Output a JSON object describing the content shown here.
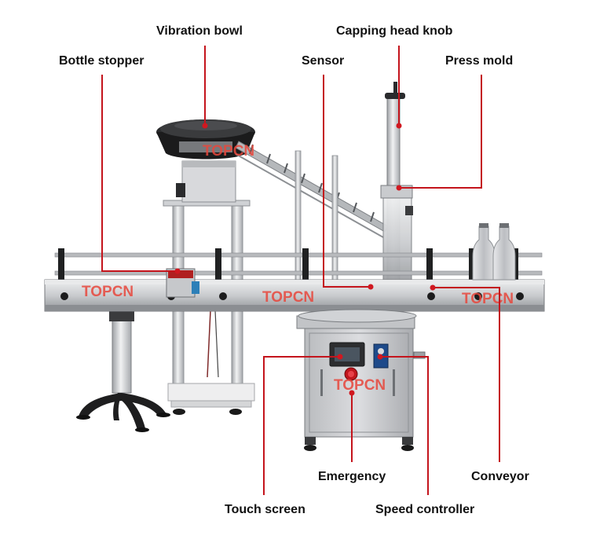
{
  "labels": {
    "vibration_bowl": "Vibration bowl",
    "capping_head_knob": "Capping head knob",
    "bottle_stopper": "Bottle stopper",
    "sensor": "Sensor",
    "press_mold": "Press mold",
    "emergency": "Emergency",
    "conveyor": "Conveyor",
    "touch_screen": "Touch screen",
    "speed_controller": "Speed controller"
  },
  "watermark": "TOPCN",
  "colors": {
    "callout_line": "#c4141c",
    "callout_dot": "#d01820",
    "label_text": "#111111",
    "steel_light": "#d9dadc",
    "steel_mid": "#a9acb0",
    "steel_dark": "#5f6266",
    "black": "#1a1a1a",
    "watermark": "#e8473c"
  },
  "icons": {
    "emergency_button": "red-mushroom-button",
    "touch_screen": "hmi-panel",
    "speed_controller": "rotary-knob"
  }
}
